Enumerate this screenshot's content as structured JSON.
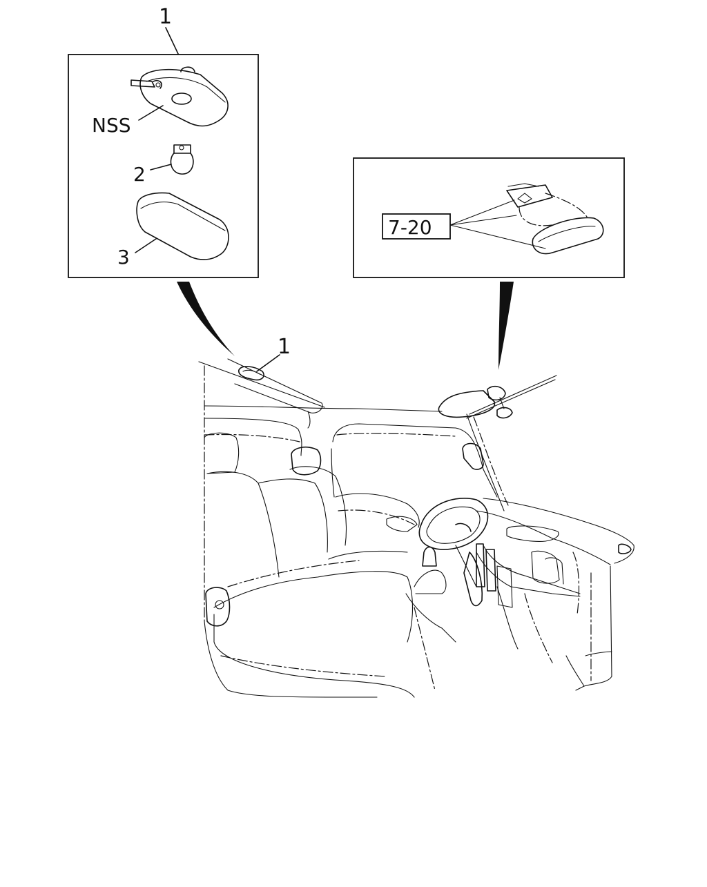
{
  "callouts": {
    "top_item": "1",
    "nss": "NSS",
    "bulb": "2",
    "lens": "3",
    "ref_box": "7-20",
    "cab_item": "1"
  },
  "colors": {
    "ink": "#111111",
    "paper": "#ffffff"
  }
}
